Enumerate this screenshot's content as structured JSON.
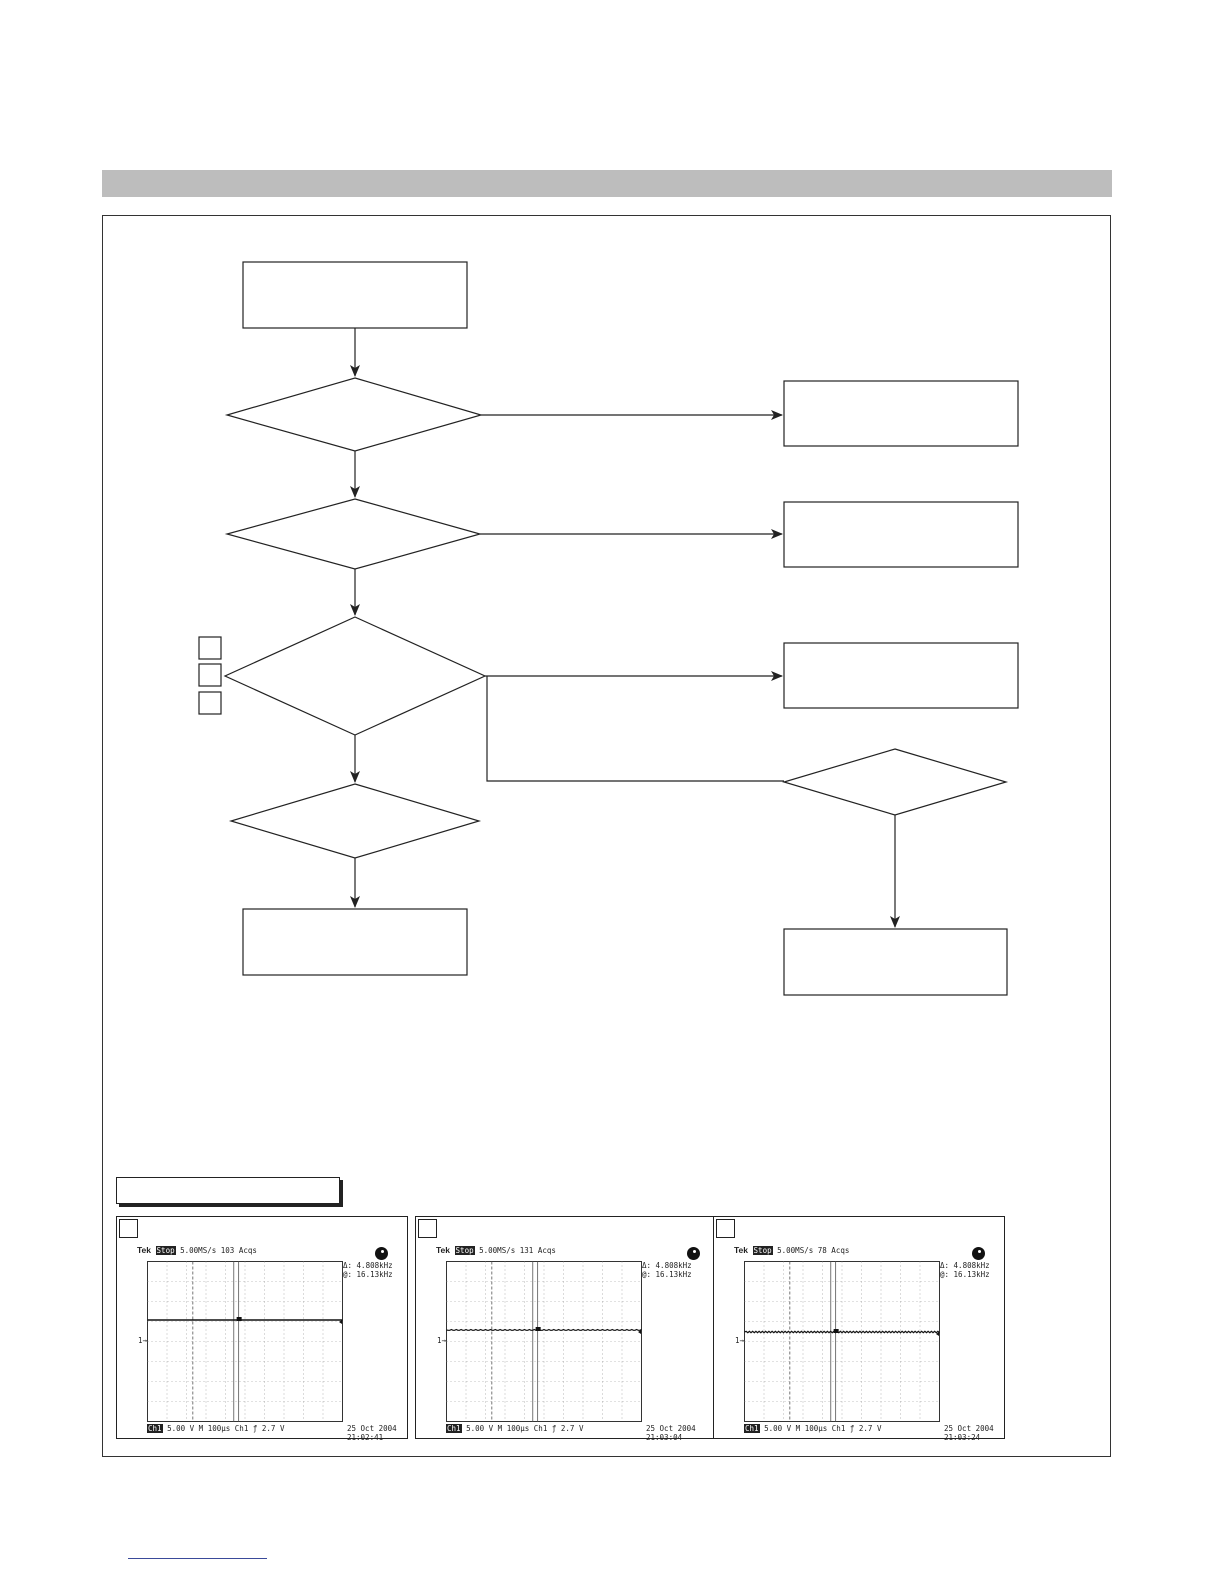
{
  "scope_panels": [
    {
      "id": "panel-1",
      "brand": "Tek",
      "state": "Stop",
      "sample_rate": "5.00MS/s",
      "acqs": "103 Acqs",
      "meas_delta": "Δ: 4.808kHz",
      "meas_at": "@: 16.13kHz",
      "channel": "Ch1",
      "volts_div": "5.00 V",
      "timebase": "M 100µs",
      "trigger": "Ch1 ƒ",
      "trigger_level": "2.7 V",
      "date": "25 Oct 2004",
      "time": "21:02:41",
      "ground_marker": "1→",
      "trace": {
        "level_div": 1.05,
        "style": "flat"
      }
    },
    {
      "id": "panel-2",
      "brand": "Tek",
      "state": "Stop",
      "sample_rate": "5.00MS/s",
      "acqs": "131 Acqs",
      "meas_delta": "Δ: 4.808kHz",
      "meas_at": "@: 16.13kHz",
      "channel": "Ch1",
      "volts_div": "5.00 V",
      "timebase": "M 100µs",
      "trigger": "Ch1 ƒ",
      "trigger_level": "2.7 V",
      "date": "25 Oct 2004",
      "time": "21:03:04",
      "ground_marker": "1→",
      "trace": {
        "level_div": 0.55,
        "style": "dotted"
      }
    },
    {
      "id": "panel-3",
      "brand": "Tek",
      "state": "Stop",
      "sample_rate": "5.00MS/s",
      "acqs": "78 Acqs",
      "meas_delta": "Δ: 4.808kHz",
      "meas_at": "@: 16.13kHz",
      "channel": "Ch1",
      "volts_div": "5.00 V",
      "timebase": "M 100µs",
      "trigger": "Ch1 ƒ",
      "trigger_level": "2.7 V",
      "date": "25 Oct 2004",
      "time": "21:03:24",
      "ground_marker": "1→",
      "trace": {
        "level_div": 0.45,
        "style": "noisy"
      }
    }
  ]
}
